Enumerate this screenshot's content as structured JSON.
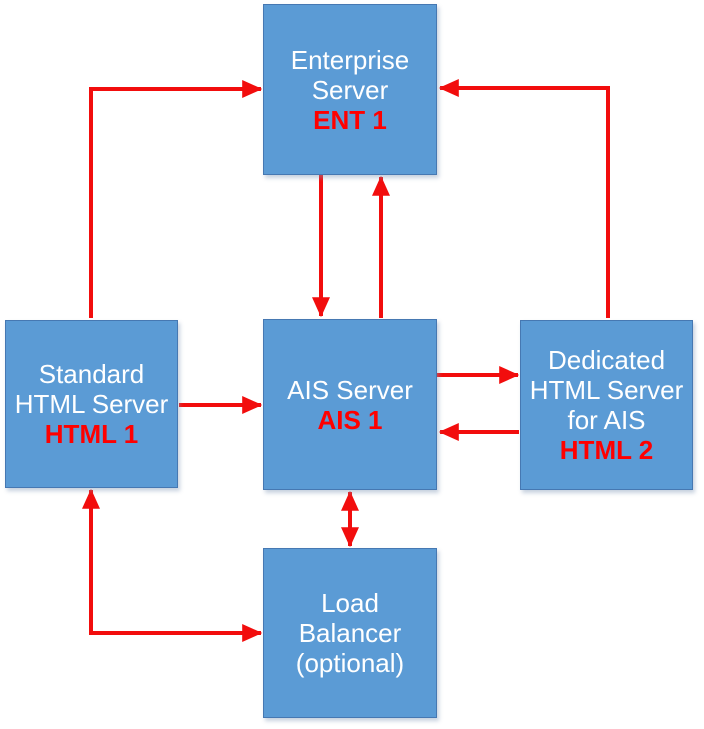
{
  "colors": {
    "background": "#ffffff",
    "box_fill": "#5b9bd5",
    "box_border": "#4678b2",
    "box_text": "#ffffff",
    "id_text": "#ff0000",
    "arrow": "#f20d0d"
  },
  "nodes": {
    "enterprise": {
      "lines": [
        "Enterprise",
        "Server"
      ],
      "id": "ENT 1"
    },
    "standard_html": {
      "lines": [
        "Standard",
        "HTML Server"
      ],
      "id": "HTML 1"
    },
    "ais": {
      "lines": [
        "AIS Server"
      ],
      "id": "AIS 1"
    },
    "dedicated_html": {
      "lines": [
        "Dedicated",
        "HTML Server",
        "for AIS"
      ],
      "id": "HTML 2"
    },
    "load_balancer": {
      "lines": [
        "Load",
        "Balancer",
        "(optional)"
      ]
    }
  },
  "connections": [
    {
      "from": "HTML 1",
      "to": "ENT 1",
      "shape": "elbow",
      "bidirectional": false
    },
    {
      "from": "HTML 2",
      "to": "ENT 1",
      "shape": "elbow",
      "bidirectional": false
    },
    {
      "from": "ENT 1",
      "to": "AIS 1",
      "shape": "straight",
      "bidirectional": false
    },
    {
      "from": "AIS 1",
      "to": "ENT 1",
      "shape": "straight",
      "bidirectional": false
    },
    {
      "from": "HTML 1",
      "to": "AIS 1",
      "shape": "straight",
      "bidirectional": false
    },
    {
      "from": "AIS 1",
      "to": "HTML 2",
      "shape": "straight",
      "bidirectional": false
    },
    {
      "from": "HTML 2",
      "to": "AIS 1",
      "shape": "straight",
      "bidirectional": false
    },
    {
      "from": "AIS 1",
      "to": "Load Balancer",
      "shape": "straight",
      "bidirectional": true
    },
    {
      "from": "HTML 1",
      "to": "Load Balancer",
      "shape": "elbow",
      "bidirectional": true
    }
  ]
}
